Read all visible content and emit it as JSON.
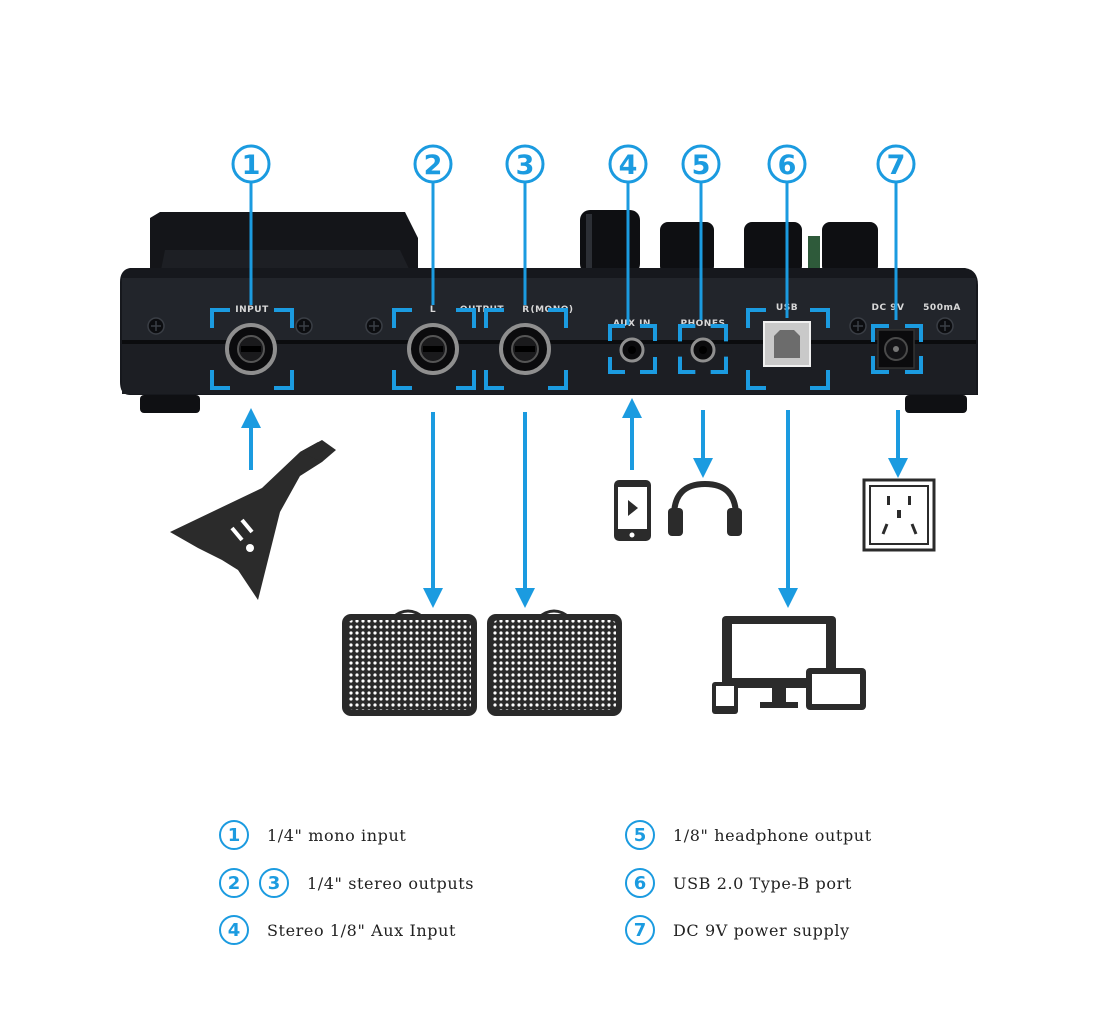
{
  "colors": {
    "accent": "#1b9be0",
    "device": "#16181d",
    "device_face": "#24272d",
    "icon": "#2b2b2b",
    "legend_text": "#222222"
  },
  "callouts": [
    "1",
    "2",
    "3",
    "4",
    "5",
    "6",
    "7"
  ],
  "device": {
    "port_labels": {
      "input": "INPUT",
      "output": "OUTPUT",
      "mono": "(MONO)",
      "l": "L",
      "r": "R",
      "aux_in": "AUX IN",
      "phones": "PHONES",
      "usb": "USB",
      "dc": "DC 9V",
      "ma": "500mA"
    }
  },
  "icons": [
    "guitar-icon",
    "amp-speaker-icon",
    "phone-icon",
    "headphones-icon",
    "computer-devices-icon",
    "power-outlet-icon"
  ],
  "legend": {
    "left": [
      {
        "nums": [
          "1"
        ],
        "text": "1/4\" mono input"
      },
      {
        "nums": [
          "2",
          "3"
        ],
        "text": "1/4\" stereo outputs"
      },
      {
        "nums": [
          "4"
        ],
        "text": "Stereo 1/8\" Aux Input"
      }
    ],
    "right": [
      {
        "nums": [
          "5"
        ],
        "text": "1/8\" headphone output"
      },
      {
        "nums": [
          "6"
        ],
        "text": "USB 2.0 Type-B port"
      },
      {
        "nums": [
          "7"
        ],
        "text": "DC 9V power supply"
      }
    ]
  }
}
